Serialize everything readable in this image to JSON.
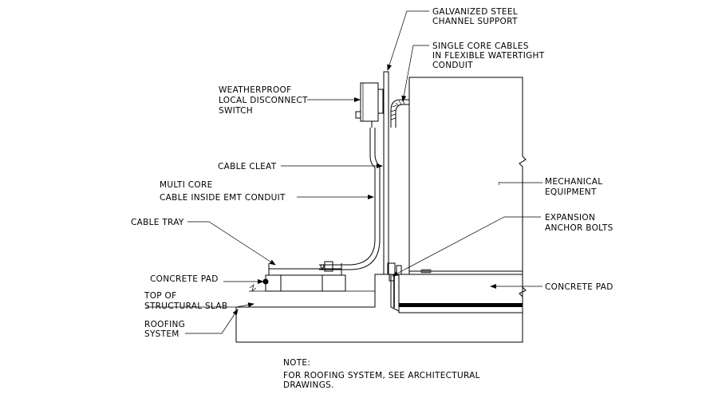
{
  "labels": {
    "channel_support": [
      "GALVANIZED STEEL",
      "CHANNEL SUPPORT"
    ],
    "single_core": [
      "SINGLE CORE CABLES",
      "IN FLEXIBLE WATERTIGHT",
      "CONDUIT"
    ],
    "disconnect": [
      "WEATHERPROOF",
      "LOCAL DISCONNECT",
      "SWITCH"
    ],
    "cable_cleat": "CABLE CLEAT",
    "multi_core": [
      "MULTI CORE",
      "CABLE INSIDE EMT CONDUIT"
    ],
    "cable_tray": "CABLE TRAY",
    "concrete_pad_left": "CONCRETE PAD",
    "top_slab": [
      "TOP OF",
      "STRUCTURAL SLAB"
    ],
    "roofing": [
      "ROOFING",
      "SYSTEM"
    ],
    "mechanical": [
      "MECHANICAL",
      "EQUIPMENT"
    ],
    "anchor_bolts": [
      "EXPANSION",
      "ANCHOR BOLTS"
    ],
    "concrete_pad_right": "CONCRETE PAD"
  },
  "note": {
    "title": "NOTE:",
    "lines": [
      "FOR ROOFING SYSTEM, SEE ARCHITECTURAL",
      "DRAWINGS."
    ]
  }
}
